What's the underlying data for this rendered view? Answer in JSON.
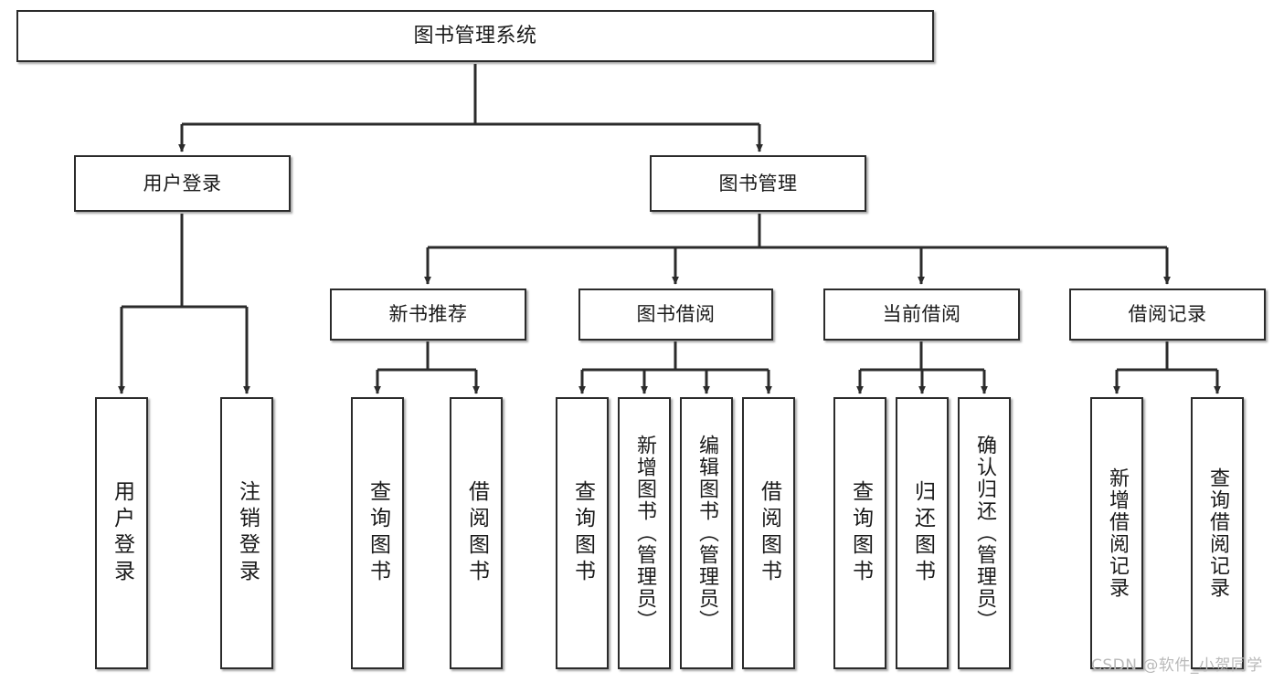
{
  "diagram": {
    "title": "图书管理系统",
    "type": "tree-structure-chart",
    "nodes": {
      "root": {
        "label": "图书管理系统"
      },
      "level1": [
        {
          "id": "user-login",
          "label": "用户登录"
        },
        {
          "id": "book-management",
          "label": "图书管理"
        }
      ],
      "level2": [
        {
          "id": "new-book-recommend",
          "label": "新书推荐"
        },
        {
          "id": "book-borrow",
          "label": "图书借阅"
        },
        {
          "id": "current-borrow",
          "label": "当前借阅"
        },
        {
          "id": "borrow-record",
          "label": "借阅记录"
        }
      ],
      "leaves": {
        "user_login": [
          {
            "id": "leaf-user-login",
            "label": "用户登录"
          },
          {
            "id": "leaf-logout-login",
            "label": "注销登录"
          }
        ],
        "new_book_recommend": [
          {
            "id": "leaf-query-book-1",
            "label": "查询图书"
          },
          {
            "id": "leaf-borrow-book-1",
            "label": "借阅图书"
          }
        ],
        "book_borrow": [
          {
            "id": "leaf-query-book-2",
            "label": "查询图书"
          },
          {
            "id": "leaf-add-book",
            "label": "新增图书（管理员）"
          },
          {
            "id": "leaf-edit-book",
            "label": "编辑图书（管理员）"
          },
          {
            "id": "leaf-borrow-book-2",
            "label": "借阅图书"
          }
        ],
        "current_borrow": [
          {
            "id": "leaf-query-book-3",
            "label": "查询图书"
          },
          {
            "id": "leaf-return-book",
            "label": "归还图书"
          },
          {
            "id": "leaf-confirm-return",
            "label": "确认归还（管理员）"
          }
        ],
        "borrow_record": [
          {
            "id": "leaf-add-record",
            "label": "新增借阅记录"
          },
          {
            "id": "leaf-query-record",
            "label": "查询借阅记录"
          }
        ]
      }
    },
    "colors": {
      "stroke": "#2b2b2b",
      "fill": "#ffffff",
      "text": "#1a1a1a",
      "watermark": "#b9b9b9"
    }
  },
  "watermark": {
    "text": "CSDN @软件_小贺同学"
  }
}
